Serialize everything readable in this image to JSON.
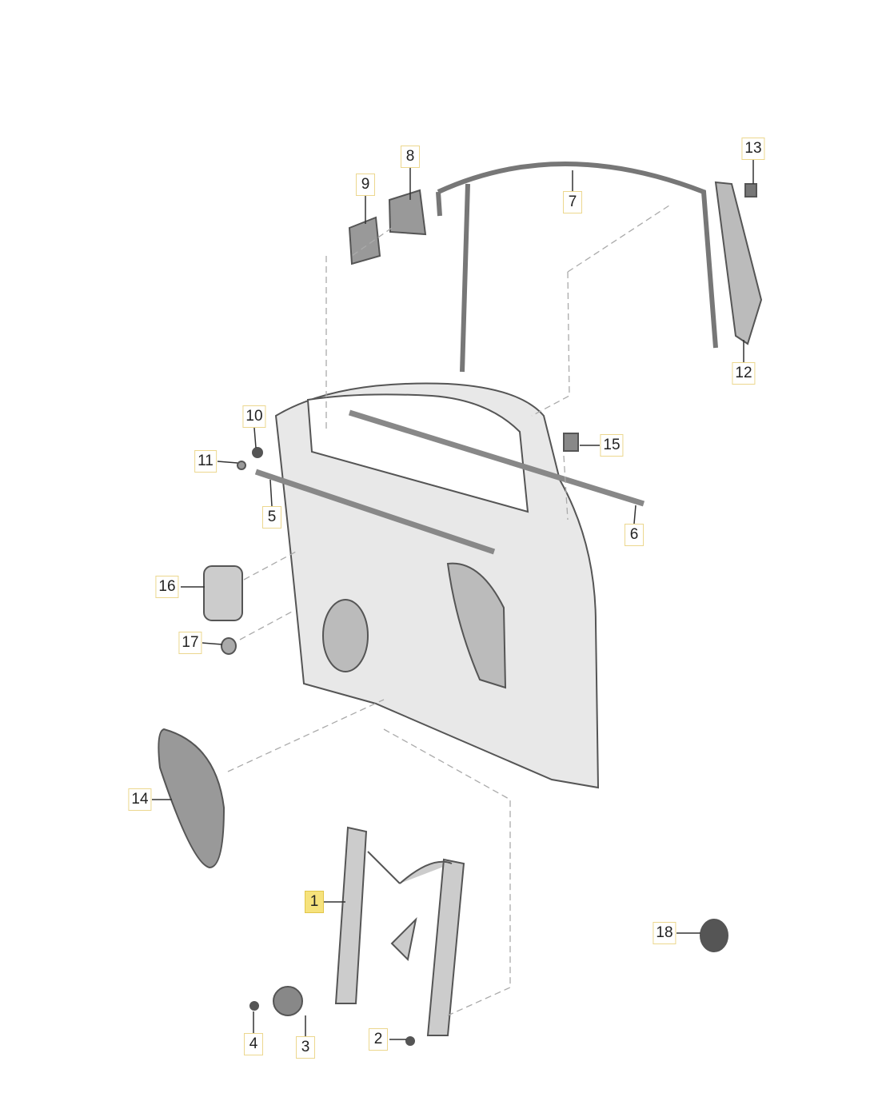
{
  "diagram": {
    "highlight_color": "#f6e27c",
    "callouts": [
      {
        "label": "1",
        "highlighted": true
      },
      {
        "label": "2"
      },
      {
        "label": "3"
      },
      {
        "label": "4"
      },
      {
        "label": "5"
      },
      {
        "label": "6"
      },
      {
        "label": "7"
      },
      {
        "label": "8"
      },
      {
        "label": "9"
      },
      {
        "label": "10"
      },
      {
        "label": "11"
      },
      {
        "label": "12"
      },
      {
        "label": "13"
      },
      {
        "label": "14"
      },
      {
        "label": "15"
      },
      {
        "label": "16"
      },
      {
        "label": "17"
      },
      {
        "label": "18"
      }
    ]
  }
}
